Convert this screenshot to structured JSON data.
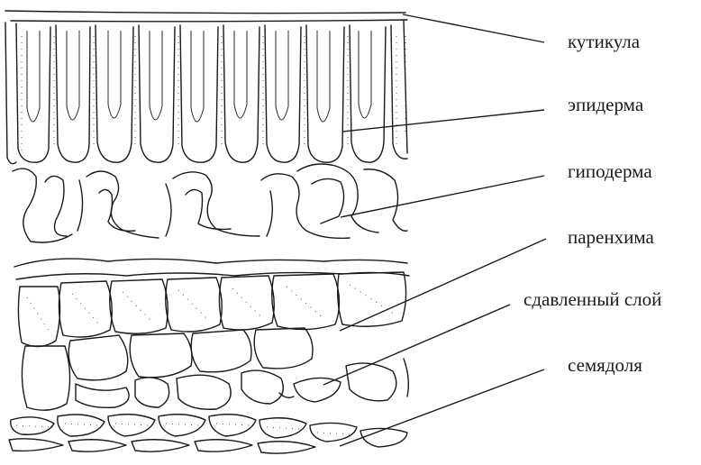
{
  "labels": [
    {
      "key": "cuticle",
      "text": "кутикула"
    },
    {
      "key": "epidermis",
      "text": "эпидерма"
    },
    {
      "key": "hypodermis",
      "text": "гиподерма"
    },
    {
      "key": "parenchyma",
      "text": "паренхима"
    },
    {
      "key": "compressed_layer",
      "text": "сдавленный слой"
    },
    {
      "key": "cotyledon",
      "text": "семядоля"
    }
  ]
}
